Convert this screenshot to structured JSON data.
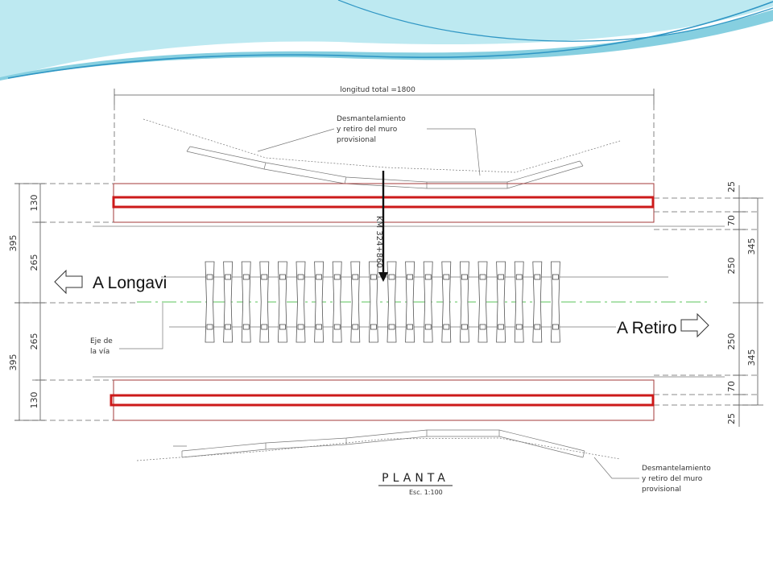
{
  "colors": {
    "header_light": "#bde9f1",
    "header_mid": "#86cfe0",
    "header_dark": "#2f96c4",
    "wall_outline": "#a33a3a",
    "wall_strip": "#cc1a1a",
    "axis_green": "#7ccf7c",
    "line_gray": "#555555"
  },
  "drawing": {
    "total_length": "longitud total =1800",
    "note_top": [
      "Desmantelamiento",
      "y retiro del muro",
      "provisional"
    ],
    "note_bottom": [
      "Desmantelamiento",
      "y retiro del muro",
      "provisional"
    ],
    "km_label": "KM 324+860",
    "to_left": "A Longavi",
    "to_right": "A Retiro",
    "axis_label": [
      "Eje de",
      "la vía"
    ],
    "title": "PLANTA",
    "scale": "Esc. 1:100",
    "dims_left": [
      "395",
      "130",
      "265",
      "395",
      "265",
      "130"
    ],
    "dims_right": [
      "25",
      "70",
      "345",
      "250",
      "250",
      "345",
      "70",
      "25"
    ],
    "sleeper_count": 20
  }
}
